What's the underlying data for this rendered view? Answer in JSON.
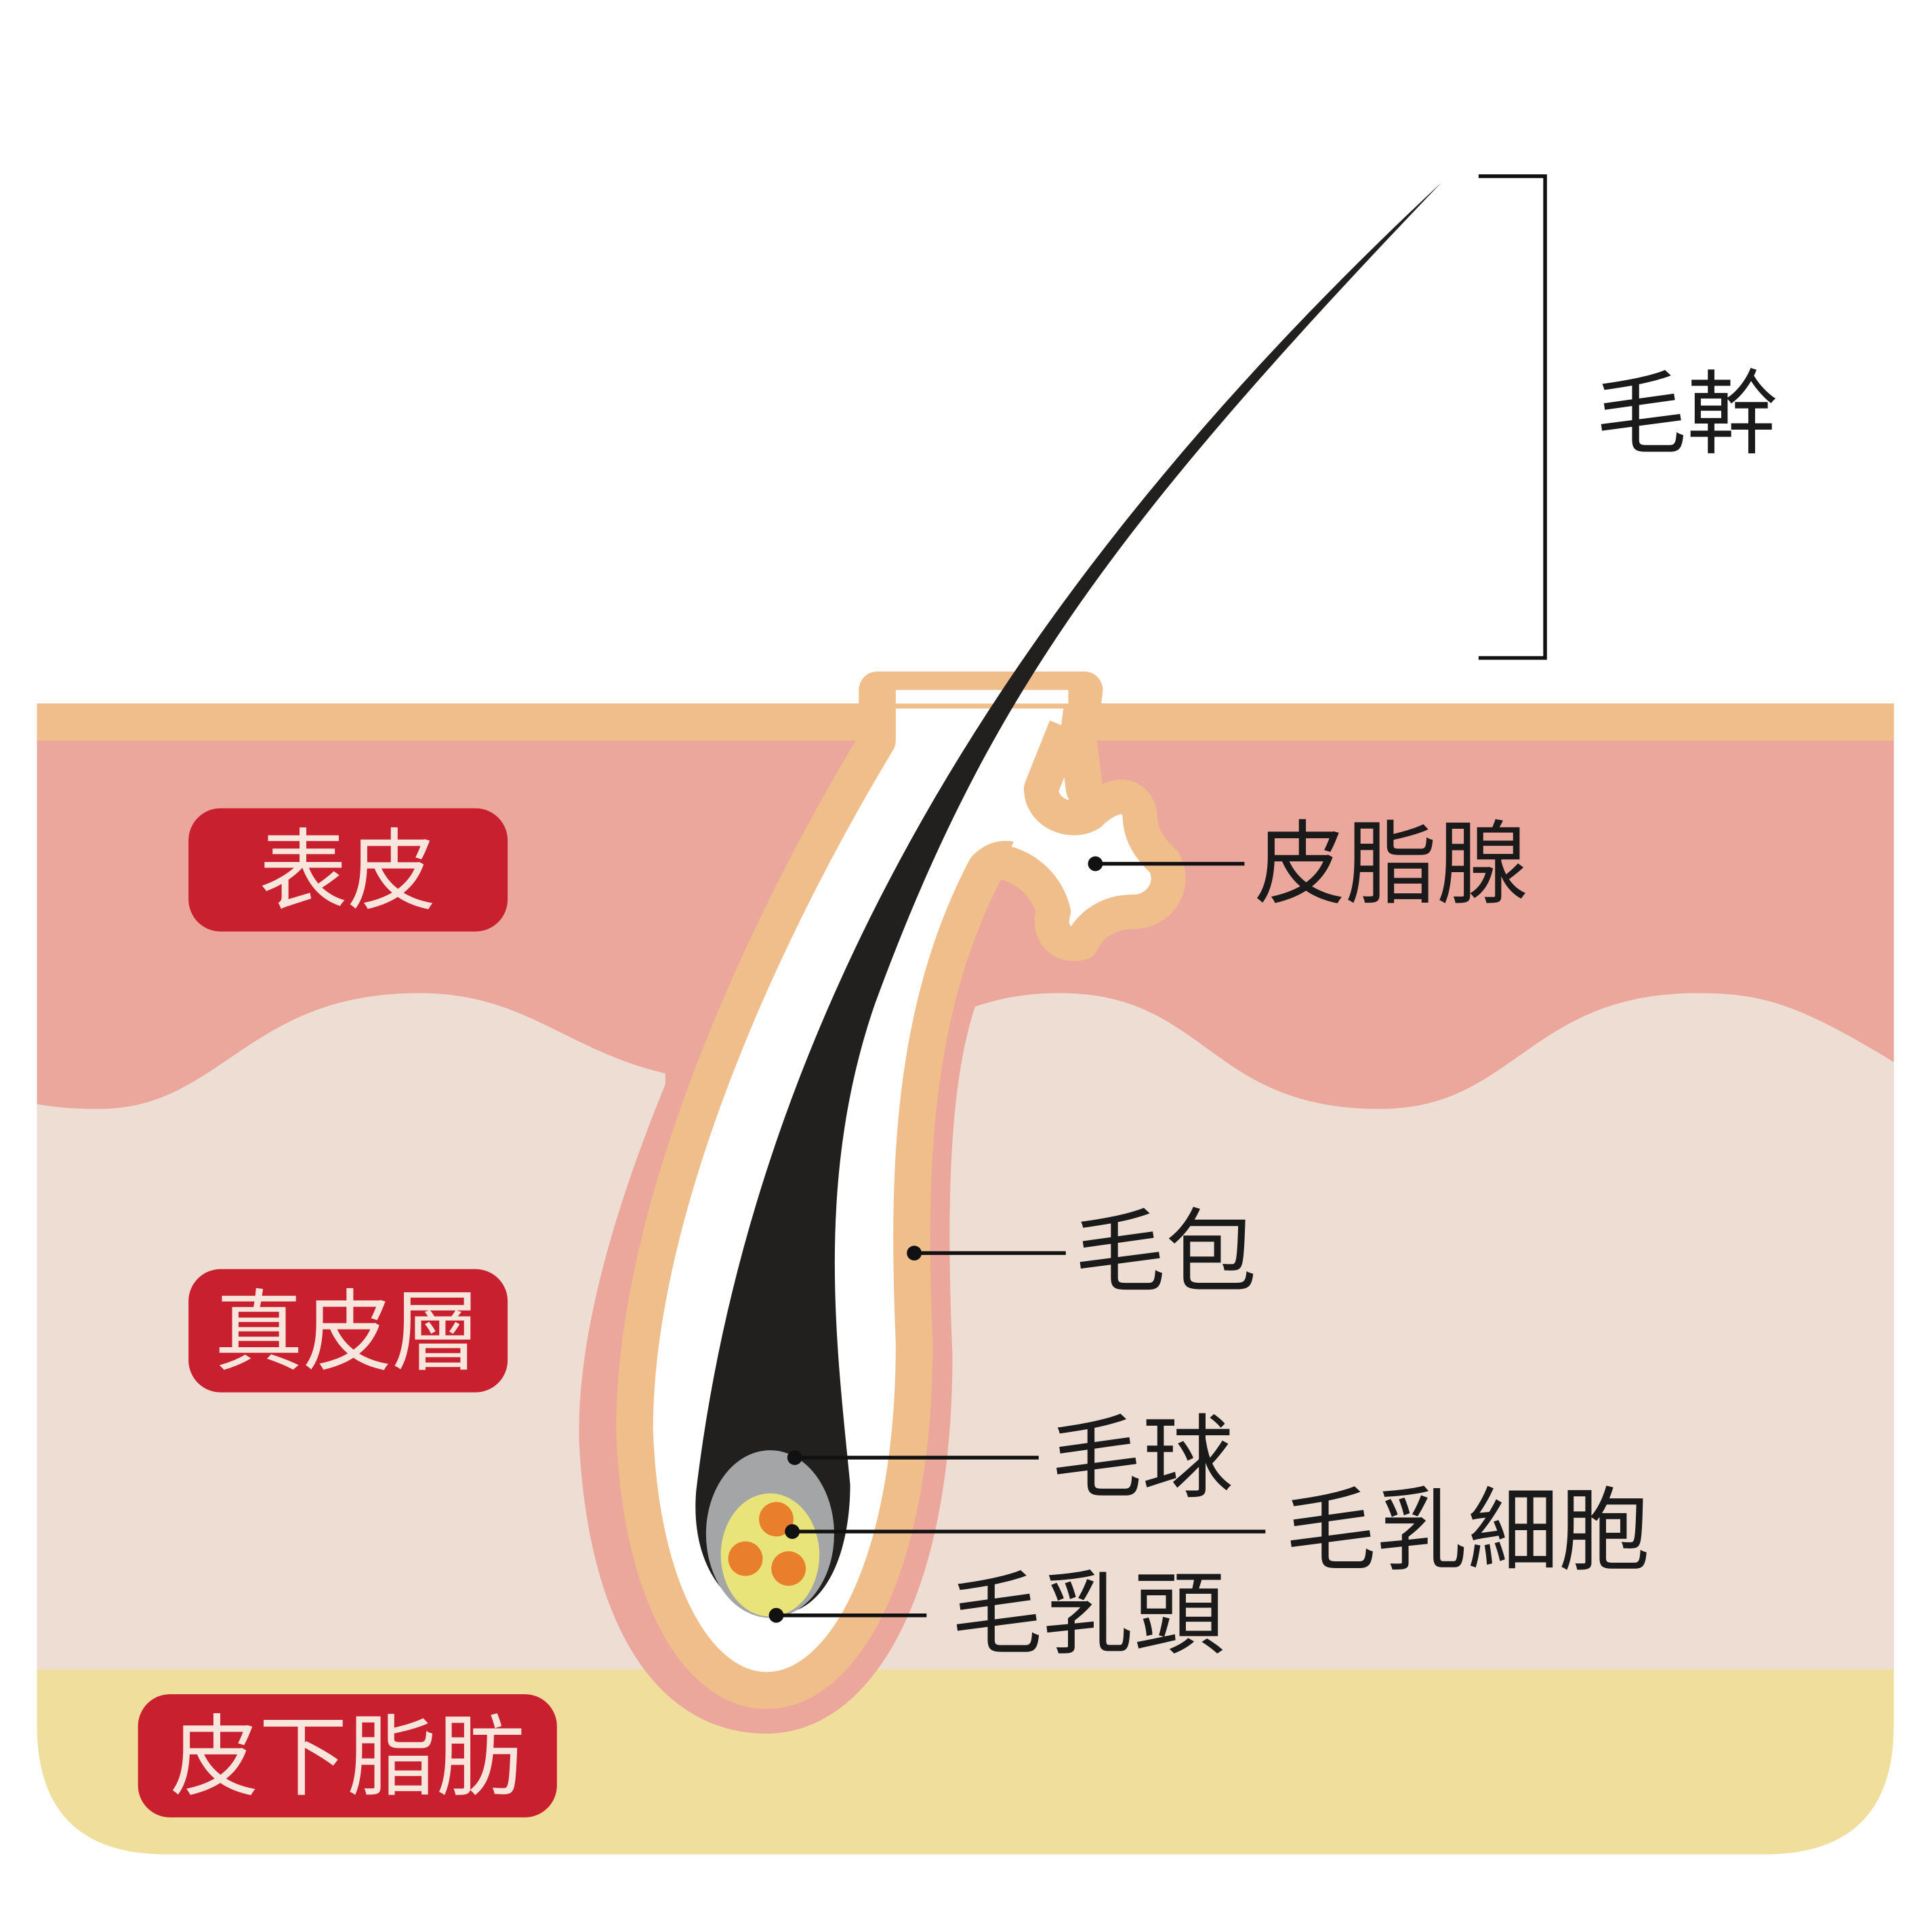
{
  "title": "毛髪の構造",
  "layers": {
    "epidermis": "表皮",
    "dermis": "真皮層",
    "subcutaneous_fat": "皮下脂肪"
  },
  "annotations": {
    "hair_shaft": "毛幹",
    "sebaceous_gland": "皮脂腺",
    "hair_follicle": "毛包",
    "hair_bulb": "毛球",
    "hair_matrix_cells": "毛乳細胞",
    "dermal_papilla": "毛乳頭"
  },
  "colors": {
    "surface_band": "#F0BE8A",
    "epidermis": "#EBA79C",
    "dermis": "#EDDDD2",
    "fat": "#F0DF9C",
    "label_bg": "#C8202F",
    "hair": "#21201E",
    "bulb": "#A3A5A7",
    "papilla": "#E8E47A",
    "cells": "#E97E2C"
  }
}
